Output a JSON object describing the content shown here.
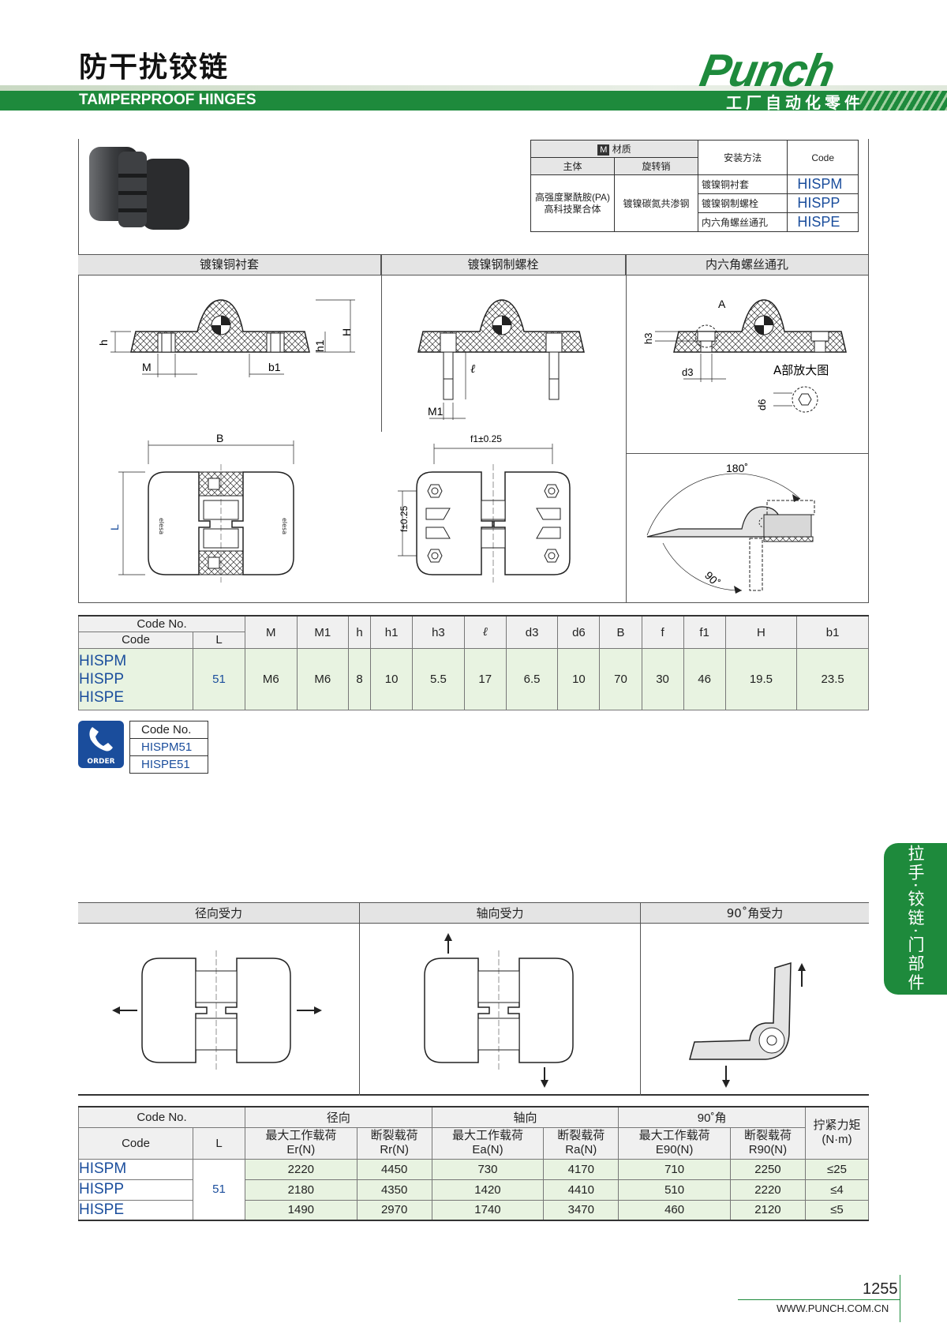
{
  "header": {
    "title_cn": "防干扰铰链",
    "title_en": "TAMPERPROOF HINGES",
    "brand": "Punch",
    "brand_sub": "工厂自动化零件"
  },
  "material_table": {
    "material_header": "材质",
    "material_icon": "M",
    "col_body": "主体",
    "col_pin": "旋转销",
    "col_install": "安装方法",
    "col_code": "Code",
    "body_value": "高强度聚酰胺(PA)\n高科技聚合体",
    "body_line1": "高强度聚酰胺(PA)",
    "body_line2": "高科技聚合体",
    "pin_value": "镀镍碳氮共渗钢",
    "rows": [
      {
        "install": "镀镍铜衬套",
        "code": "HISPM"
      },
      {
        "install": "镀镍钢制螺栓",
        "code": "HISPP"
      },
      {
        "install": "内六角螺丝通孔",
        "code": "HISPE"
      }
    ]
  },
  "sections": {
    "s1": "镀镍铜衬套",
    "s2": "镀镍钢制螺栓",
    "s3": "内六角螺丝通孔"
  },
  "drawing_labels": {
    "h": "h",
    "M": "M",
    "b1": "b1",
    "h1": "h1",
    "H": "H",
    "ell": "ℓ",
    "M1": "M1",
    "A": "A",
    "h3": "h3",
    "d3": "d3",
    "detail": "A部放大图",
    "d6": "d6",
    "B": "B",
    "L": "L",
    "f1": "f1±0.25",
    "f": "f±0.25",
    "deg180": "180˚",
    "deg90": "90˚"
  },
  "dim_table": {
    "head_code_no": "Code No.",
    "head_code": "Code",
    "head_L": "L",
    "columns": [
      "M",
      "M1",
      "h",
      "h1",
      "h3",
      "ℓ",
      "d3",
      "d6",
      "B",
      "f",
      "f1",
      "H",
      "b1"
    ],
    "codes": [
      "HISPM",
      "HISPP",
      "HISPE"
    ],
    "L": "51",
    "values": [
      "M6",
      "M6",
      "8",
      "10",
      "5.5",
      "17",
      "6.5",
      "10",
      "70",
      "30",
      "46",
      "19.5",
      "23.5"
    ]
  },
  "order": {
    "icon_label": "ORDER",
    "head": "Code No.",
    "items": [
      "HISPM51",
      "HISPE51"
    ]
  },
  "side_tab": "拉手·铰链·门部件",
  "load_sections": {
    "s1": "径向受力",
    "s2": "轴向受力",
    "s3": "90˚角受力"
  },
  "load_table": {
    "head_code_no": "Code No.",
    "head_code": "Code",
    "head_L": "L",
    "g_radial": "径向",
    "g_axial": "轴向",
    "g_90": "90˚角",
    "torque": "拧紧力矩\n(N·m)",
    "torque_l1": "拧紧力矩",
    "torque_l2": "(N·m)",
    "sub": [
      {
        "l1": "最大工作载荷",
        "l2": "Er(N)"
      },
      {
        "l1": "断裂载荷",
        "l2": "Rr(N)"
      },
      {
        "l1": "最大工作载荷",
        "l2": "Ea(N)"
      },
      {
        "l1": "断裂载荷",
        "l2": "Ra(N)"
      },
      {
        "l1": "最大工作载荷",
        "l2": "E90(N)"
      },
      {
        "l1": "断裂载荷",
        "l2": "R90(N)"
      }
    ],
    "L": "51",
    "rows": [
      {
        "code": "HISPM",
        "v": [
          "2220",
          "4450",
          "730",
          "4170",
          "710",
          "2250",
          "≤25"
        ]
      },
      {
        "code": "HISPP",
        "v": [
          "2180",
          "4350",
          "1420",
          "4410",
          "510",
          "2220",
          "≤4"
        ]
      },
      {
        "code": "HISPE",
        "v": [
          "1490",
          "2970",
          "1740",
          "3470",
          "460",
          "2120",
          "≤5"
        ]
      }
    ]
  },
  "footer": {
    "page": "1255",
    "url": "WWW.PUNCH.COM.CN"
  },
  "colors": {
    "brand_green": "#1e8a3c",
    "code_blue": "#1a4d9c",
    "table_green": "#e8f3e1"
  }
}
